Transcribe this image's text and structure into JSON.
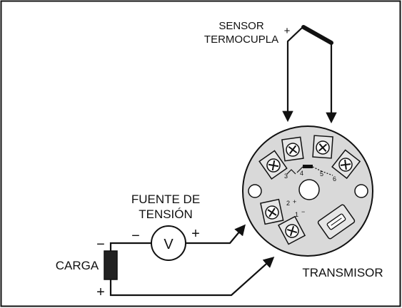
{
  "labels": {
    "sensor_line1": "SENSOR",
    "sensor_line2": "TERMOCUPLA",
    "supply_line1": "FUENTE DE",
    "supply_line2": "TENSIÓN",
    "voltmeter_symbol": "V",
    "load": "CARGA",
    "transmitter": "TRANSMISOR"
  },
  "signs": {
    "plus": "+",
    "minus": "−"
  },
  "terminal_numbers": {
    "t1": "1",
    "t2": "2",
    "t3": "3",
    "t4": "4",
    "t5": "5",
    "t6": "6"
  },
  "colors": {
    "line": "#111111",
    "device_body": "#d9d9d9",
    "terminal_fill": "#e6e6e6",
    "load_fill": "#222222"
  }
}
